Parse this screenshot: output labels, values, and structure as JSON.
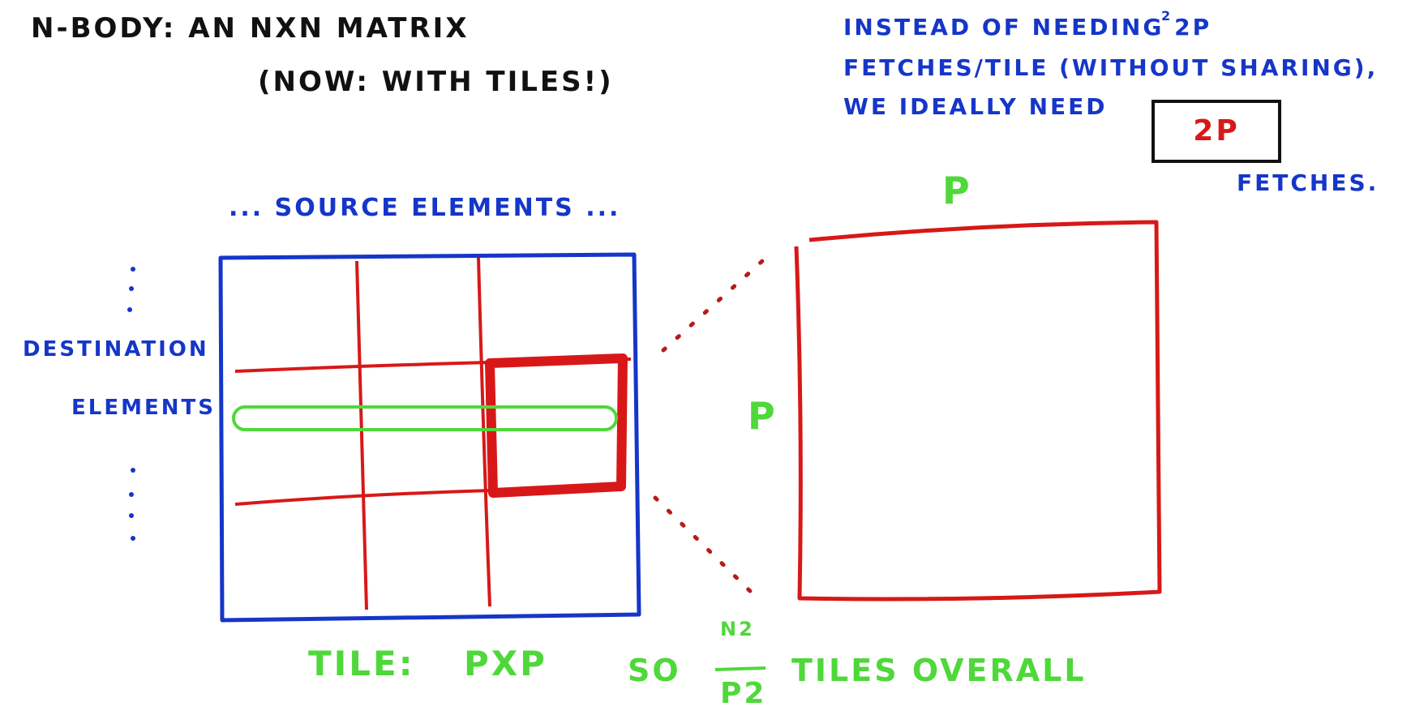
{
  "title": {
    "line1": "N-BODY:  AN NxN MATRIX",
    "line2": "(NOW: WITH TILES!)"
  },
  "note": {
    "line1": "INSTEAD OF NEEDING 2P",
    "superscript": "2",
    "line2": "FETCHES/TILE (WITHOUT SHARING),",
    "line3": "WE IDEALLY NEED",
    "answer": "2P",
    "fetches": "FETCHES."
  },
  "matrix": {
    "source_label": "... SOURCE ELEMENTS ...",
    "destination_label_1": "DESTINATION",
    "destination_label_2": "ELEMENTS"
  },
  "tile": {
    "top_label": "P",
    "left_label": "P"
  },
  "bottom": {
    "tile_label": "TILE:",
    "tile_size": "PxP",
    "so": "SO",
    "fraction_numerator": "N2",
    "fraction_denominator": "P2",
    "tiles_overall": "TILES OVERALL"
  },
  "colors": {
    "ink_black": "#111111",
    "ink_blue": "#1536c8",
    "ink_red": "#d81818",
    "ink_green": "#4fd83a"
  }
}
